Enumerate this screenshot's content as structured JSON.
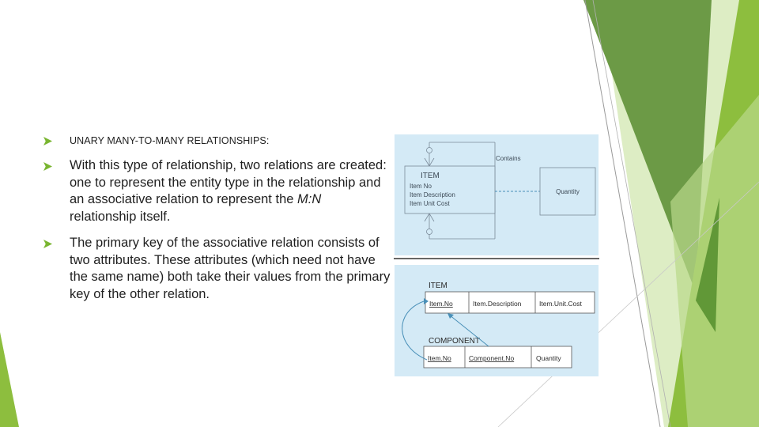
{
  "theme": {
    "bullet_color": "#79B530",
    "deco_colors": [
      "#6C9A46",
      "#8DBE3E",
      "#C7DF9E",
      "#4F8A28"
    ]
  },
  "bullets": [
    {
      "text": "UNARY MANY-TO-MANY RELATIONSHIPS:",
      "icon": "arrowhead-bullet-icon"
    },
    {
      "text_before": "With this type of relationship, two relations are created: one to represent the entity type in the relationship and an associative relation to represent the ",
      "text_italic": "M:N",
      "text_after": " relationship itself.",
      "icon": "arrowhead-bullet-icon"
    },
    {
      "text": "The primary key of the associative relation consists of two attributes. These attributes (which need not have the same name) both take their values from the primary key of the other relation.",
      "icon": "arrowhead-bullet-icon"
    }
  ],
  "er_diagram": {
    "relationship_label": "Contains",
    "entity": {
      "name": "ITEM",
      "attributes": [
        "Item No",
        "Item Description",
        "Item Unit Cost"
      ]
    },
    "associative_attribute": "Quantity"
  },
  "relational_schema": {
    "item": {
      "name": "ITEM",
      "columns": [
        "Item.No",
        "Item.Description",
        "Item.Unit.Cost"
      ]
    },
    "component": {
      "name": "COMPONENT",
      "columns": [
        "Item.No",
        "Component.No",
        "Quantity"
      ]
    }
  }
}
